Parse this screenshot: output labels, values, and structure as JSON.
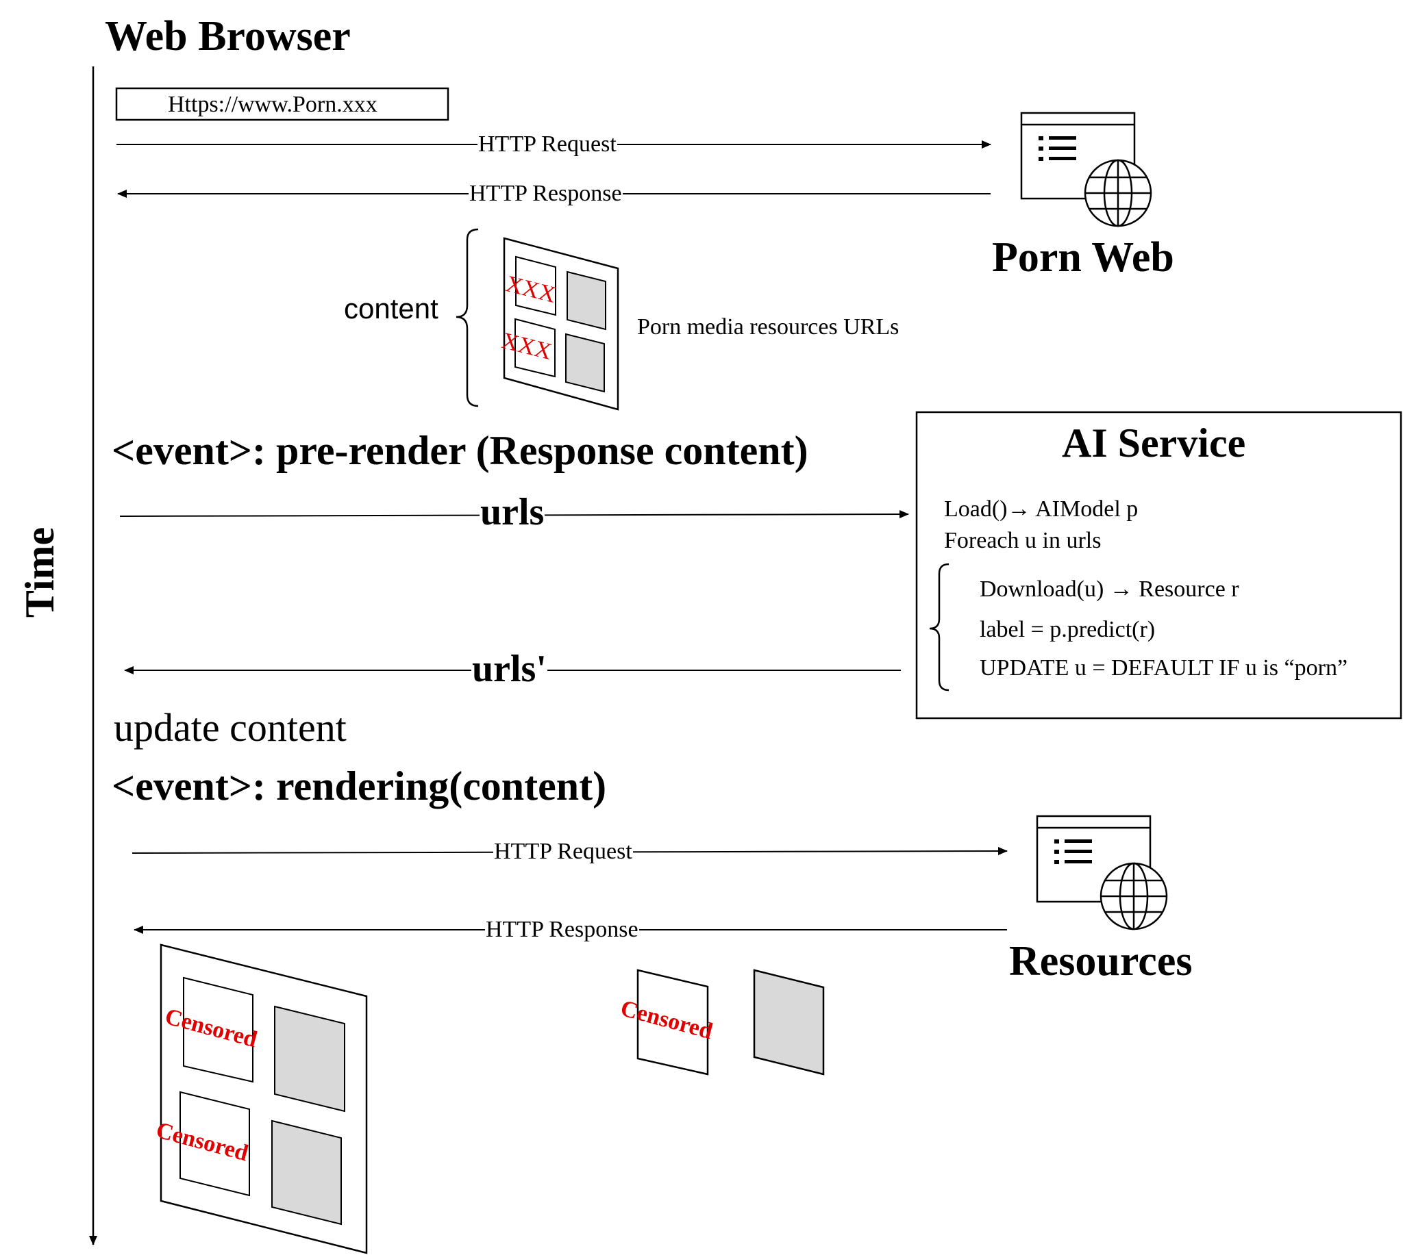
{
  "browser": {
    "title": "Web Browser",
    "url": "Https://www.Porn.xxx",
    "time_label": "Time"
  },
  "messages": {
    "request_1": "HTTP Request",
    "response_1": "HTTP Response",
    "urls": "urls",
    "urls_prime": "urls'",
    "request_2": "HTTP Request",
    "response_2": "HTTP Response"
  },
  "porn_web": {
    "label": "Porn Web"
  },
  "content": {
    "label": "content",
    "resources_label": "Porn media resources URLs",
    "xxx_mark_1": "XXX",
    "xxx_mark_2": "XXX"
  },
  "events": {
    "pre_render": "<event>: pre-render (Response content)",
    "update_content": "update content",
    "rendering": "<event>: rendering(content)"
  },
  "ai_service": {
    "title": "AI Service",
    "load_line": "Load()→  AIModel p",
    "foreach_line": "Foreach u in urls",
    "download_line": "Download(u) →  Resource r",
    "label_line": "label = p.predict(r)",
    "update_line": "UPDATE u = DEFAULT IF u is “porn”"
  },
  "resources": {
    "label": "Resources"
  },
  "censored": {
    "mark_1": "Censored",
    "mark_2": "Censored",
    "mark_3": "Censored"
  },
  "colors": {
    "line": "#000000",
    "placeholder_fill": "#d9d9d9",
    "censor_text": "#e00000"
  },
  "icons": [
    "web-page-globe-icon",
    "web-page-globe-icon"
  ]
}
